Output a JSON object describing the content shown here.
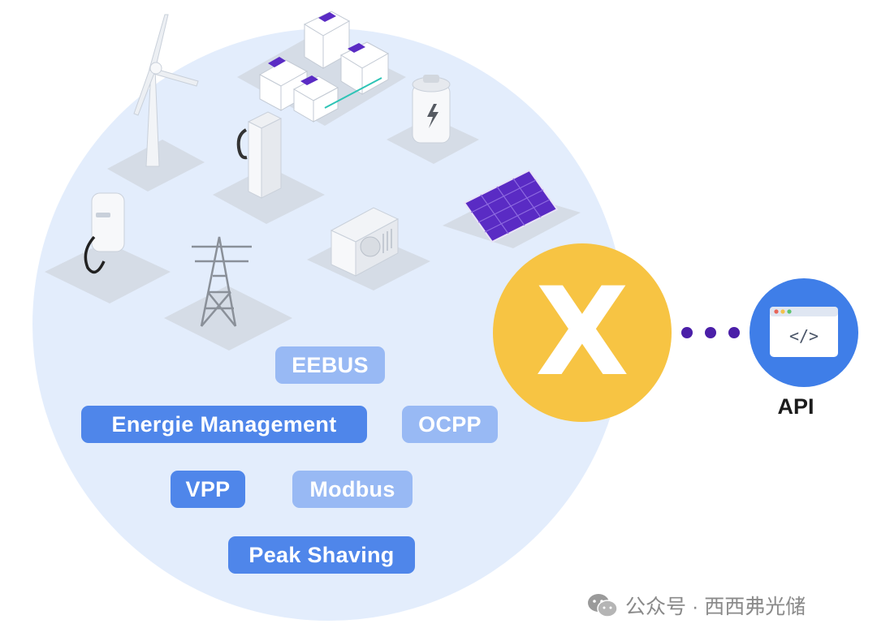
{
  "protocols": {
    "eebus": "EEBUS",
    "energie_management": "Energie Management",
    "ocpp": "OCPP",
    "vpp": "VPP",
    "modbus": "Modbus",
    "peak_shaving": "Peak Shaving"
  },
  "hub": {
    "letter": "X"
  },
  "api": {
    "label": "API",
    "code_glyph": "</>"
  },
  "watermark": {
    "text": "公众号 · 西西弗光储"
  },
  "colors": {
    "circle_bg": "#e3edfc",
    "tag_dark": "#4f86ea",
    "tag_light": "#98b9f4",
    "hub_yellow": "#f7c443",
    "api_blue": "#3f7ee8",
    "dots": "#4b1fa8",
    "solar_panel": "#5a2bc4"
  },
  "icons": [
    "wind-turbine-icon",
    "houses-icon",
    "battery-icon",
    "charging-pillar-icon",
    "wallbox-icon",
    "heat-pump-icon",
    "solar-panel-icon",
    "power-pylon-icon",
    "browser-code-icon",
    "wechat-icon"
  ]
}
